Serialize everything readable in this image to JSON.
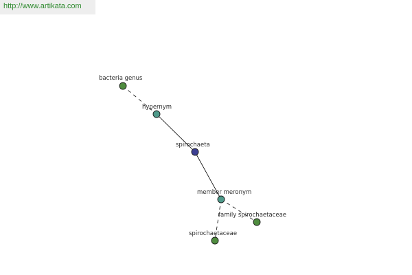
{
  "banner": {
    "url_text": "http://www.artikata.com"
  },
  "graph": {
    "nodes": [
      {
        "id": "bacteria-genus",
        "label": "bacteria genus",
        "color": "#4f8c3f"
      },
      {
        "id": "hypernym",
        "label": "hypernym",
        "color": "#4f9a8a"
      },
      {
        "id": "spirochaeta",
        "label": "spirochaeta",
        "color": "#3c3f92"
      },
      {
        "id": "member-meronym",
        "label": "member meronym",
        "color": "#4f9a8a"
      },
      {
        "id": "family-spirochaetaceae",
        "label": "family spirochaetaceae",
        "color": "#4f8c3f"
      },
      {
        "id": "spirochaetaceae",
        "label": "spirochaetaceae",
        "color": "#4f8c3f"
      }
    ],
    "edges": [
      {
        "from": "bacteria-genus",
        "to": "hypernym",
        "style": "dashed"
      },
      {
        "from": "hypernym",
        "to": "spirochaeta",
        "style": "solid"
      },
      {
        "from": "spirochaeta",
        "to": "member-meronym",
        "style": "solid"
      },
      {
        "from": "member-meronym",
        "to": "family-spirochaetaceae",
        "style": "dashed"
      },
      {
        "from": "member-meronym",
        "to": "spirochaetaceae",
        "style": "dashed"
      }
    ]
  }
}
